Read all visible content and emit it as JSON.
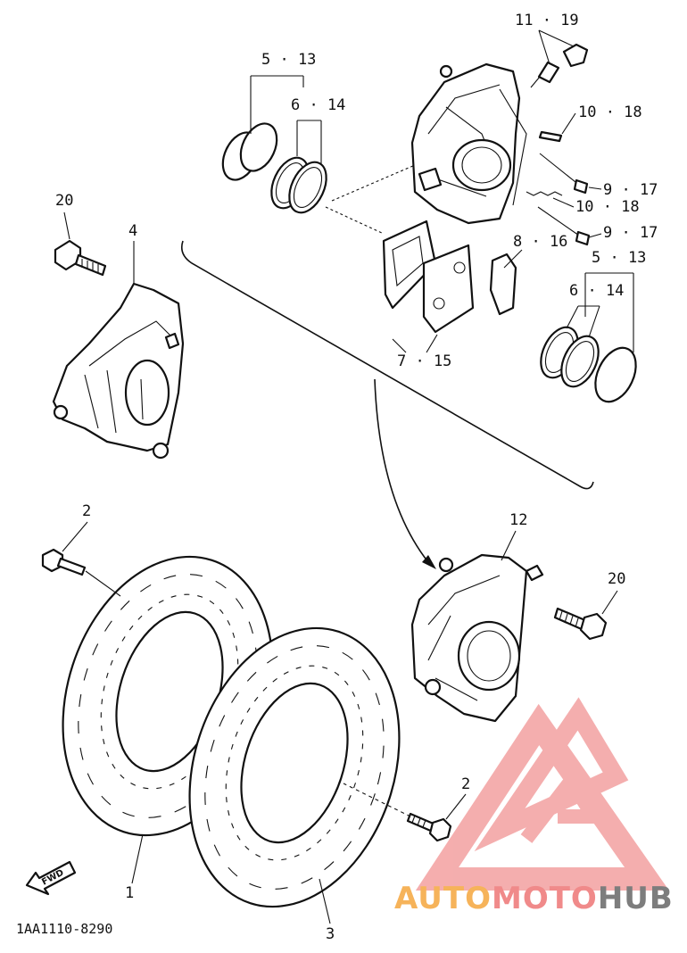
{
  "callouts": {
    "c_11_19": "11 · 19",
    "c_5_13_top": "5 · 13",
    "c_6_14_top": "6 · 14",
    "c_10_18_a": "10 · 18",
    "c_9_17_a": "9 · 17",
    "c_10_18_b": "10 · 18",
    "c_9_17_b": "9 · 17",
    "c_20_left": "20",
    "c_4": "4",
    "c_8_16": "8 · 16",
    "c_5_13_right": "5 · 13",
    "c_6_14_right": "6 · 14",
    "c_7_15": "7 · 15",
    "c_2_left": "2",
    "c_12": "12",
    "c_20_right": "20",
    "c_2_right": "2",
    "c_1": "1",
    "c_3": "3"
  },
  "fwd_label": "FWD",
  "diagram_code": "1AA1110-8290",
  "watermark": {
    "part_auto": "AUTO",
    "part_moto": "MOTO",
    "part_hub": "HUB",
    "color_auto": "#f6b35a",
    "color_moto": "#f08a8a",
    "color_hub": "#7d7d7d",
    "logo_color": "#f3a0a0"
  }
}
